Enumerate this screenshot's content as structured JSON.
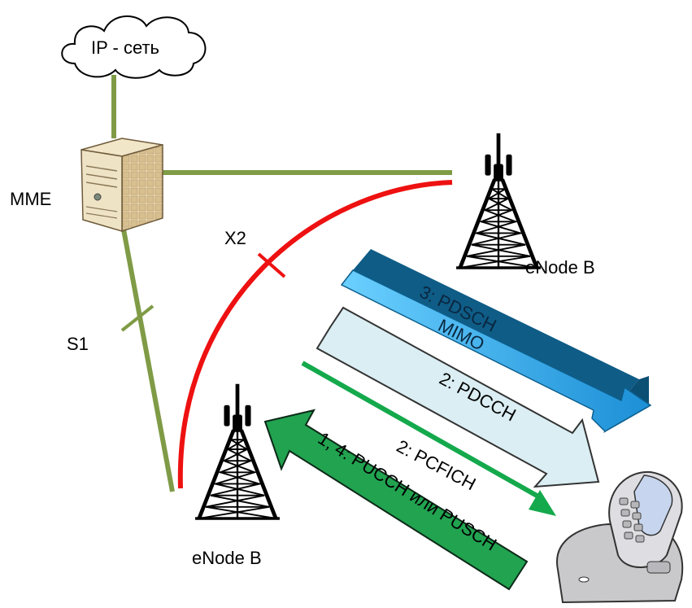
{
  "labels": {
    "cloud": "IP - сеть",
    "mme": "MME",
    "x2": "X2",
    "s1": "S1",
    "enodeb_top": "eNode B",
    "enodeb_bottom": "eNode B"
  },
  "channels": {
    "pdsch": "3: PDSCH",
    "mimo": "MIMO",
    "pdcch": "2: PDCCH",
    "pcfich": "2: PCFICH",
    "pucch": "1, 4: PUCCH или PUSCH"
  },
  "colors": {
    "link_line": "#7f9b46",
    "x2_link": "#ee1111",
    "pdsch_arrow": "#3fb0e8",
    "pdcch_arrow": "#daeef3",
    "pcfich_arrow": "#14a94c",
    "pucch_arrow": "#21a350",
    "tower": "#000000"
  },
  "icons": {
    "cloud": "cloud-icon",
    "server": "server-icon",
    "tower": "cell-tower-icon",
    "phone": "flip-phone-icon"
  }
}
